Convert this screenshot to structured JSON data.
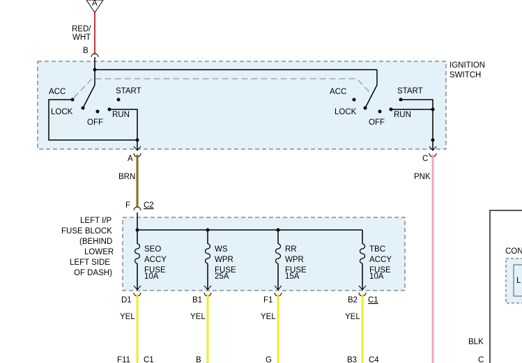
{
  "colors": {
    "box_fill": "#e3f1f9",
    "box_border": "#555555",
    "wire_black": "#000000",
    "red_wht": "#cc3333",
    "brn": "#8a6d1f",
    "pnk": "#f0a8b8",
    "yel": "#f0ec2a",
    "dash_gray": "#999999"
  },
  "top_connector": {
    "label": "A"
  },
  "ignition_input": {
    "color_label_1": "RED/",
    "color_label_2": "WHT",
    "pin": "B"
  },
  "ignition_switch": {
    "title_1": "IGNITION",
    "title_2": "SWITCH",
    "left": {
      "acc": "ACC",
      "start": "START",
      "lock": "LOCK",
      "off": "OFF",
      "run": "RUN"
    },
    "right": {
      "acc": "ACC",
      "start": "START",
      "lock": "LOCK",
      "off": "OFF",
      "run": "RUN"
    },
    "out_left_pin": "A",
    "out_right_pin": "C"
  },
  "wires": {
    "brn": "BRN",
    "pnk": "PNK",
    "blk": "BLK",
    "yel": "YEL"
  },
  "fuse_block": {
    "input_pin": "F",
    "input_conn": "C2",
    "title": [
      "LEFT I/P",
      "FUSE BLOCK",
      "(BEHIND",
      "LOWER",
      "LEFT SIDE",
      "OF DASH)"
    ],
    "fuses": [
      {
        "line1": "SEO",
        "line2": "ACCY",
        "line3": "FUSE",
        "line4": "10A",
        "out_pin": "D1",
        "end_pin": "F11",
        "end_conn": "C1"
      },
      {
        "line1": "WS",
        "line2": "WPR",
        "line3": "FUSE",
        "line4": "25A",
        "out_pin": "B1",
        "end_pin": "B",
        "end_conn": ""
      },
      {
        "line1": "RR",
        "line2": "WPR",
        "line3": "FUSE",
        "line4": "15A",
        "out_pin": "F1",
        "end_pin": "G",
        "end_conn": ""
      },
      {
        "line1": "TBC",
        "line2": "ACCY",
        "line3": "FUSE",
        "line4": "10A",
        "out_pin": "B2",
        "out_conn": "C1",
        "end_pin": "B3",
        "end_conn": "C4"
      }
    ]
  },
  "right_partial": {
    "label": "CON",
    "inner_label": "L",
    "bottom_pin": "C"
  }
}
